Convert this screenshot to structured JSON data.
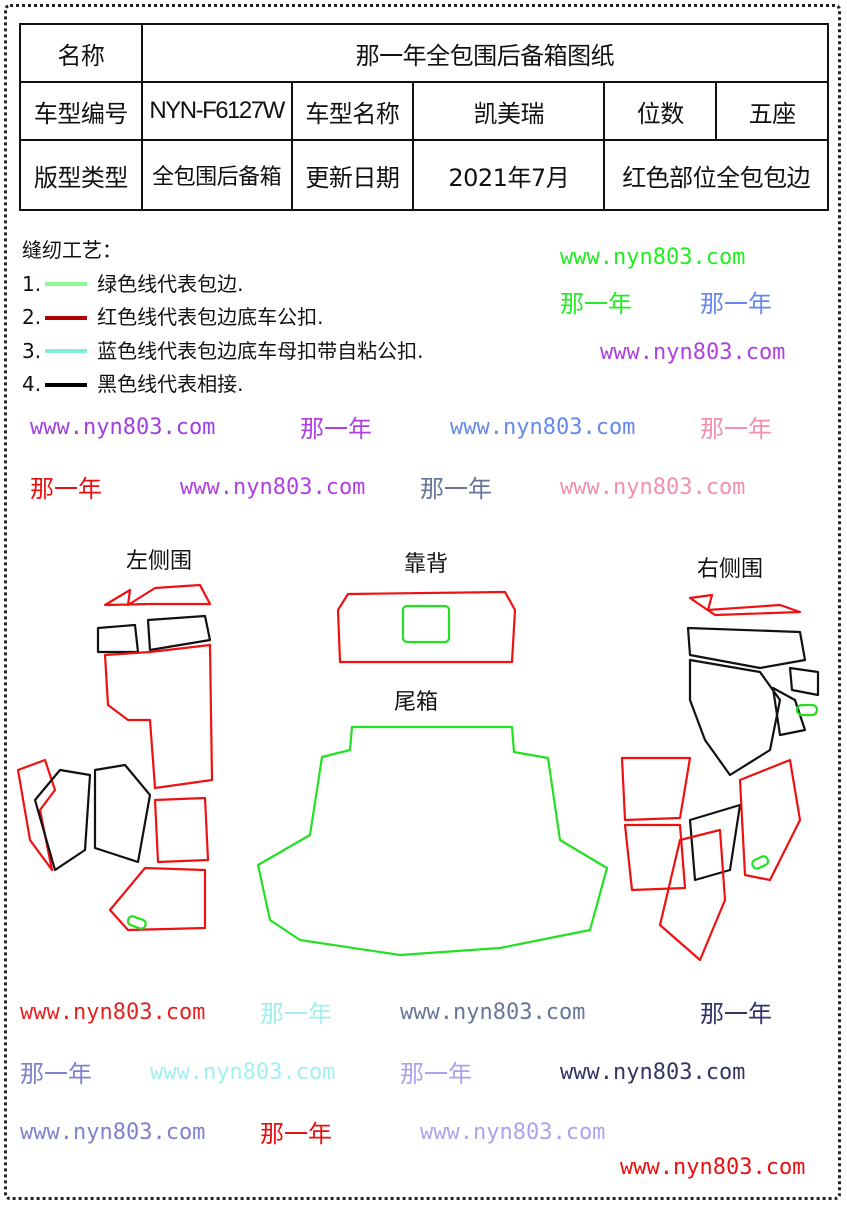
{
  "table": {
    "name_label": "名称",
    "name_value": "那一年全包围后备箱图纸",
    "model_code_label": "车型编号",
    "model_code": "NYN-F6127W",
    "model_name_label": "车型名称",
    "model_name": "凯美瑞",
    "seats_label": "位数",
    "seats": "五座",
    "type_label": "版型类型",
    "type": "全包围后备箱",
    "update_label": "更新日期",
    "update_date": "2021年7月",
    "note": "红色部位全包包边"
  },
  "legend": {
    "title": "缝纫工艺：",
    "items": [
      {
        "num": "1.",
        "color": "#90f890",
        "text": "绿色线代表包边."
      },
      {
        "num": "2.",
        "color": "#b00000",
        "text": "红色线代表包边底车公扣."
      },
      {
        "num": "3.",
        "color": "#80f0d8",
        "text": "蓝色线代表包边底车母扣带自粘公扣."
      },
      {
        "num": "4.",
        "color": "#000000",
        "text": "黑色线代表相接."
      }
    ]
  },
  "pieces": {
    "left": "左侧围",
    "back": "靠背",
    "trunk": "尾箱",
    "right": "右侧围"
  },
  "watermark": {
    "url": "www.nyn803.com",
    "name": "那一年"
  },
  "colors": {
    "green": "#22e022",
    "red": "#ee1111",
    "black": "#111111"
  }
}
